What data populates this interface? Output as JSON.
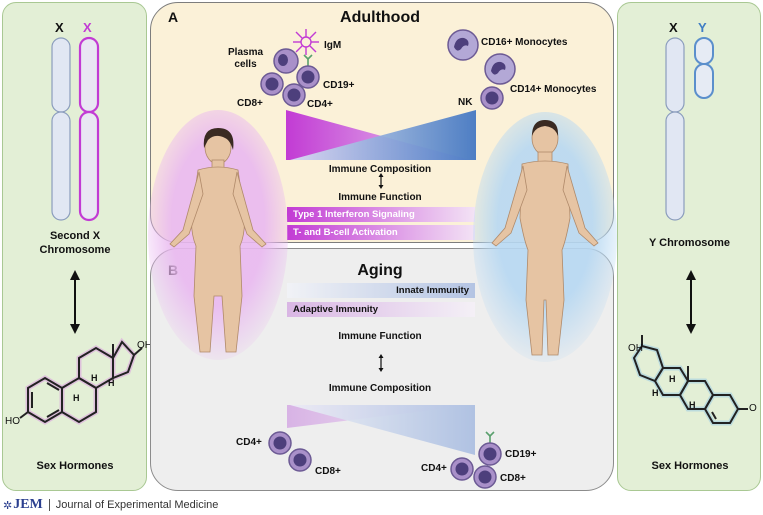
{
  "left_panel": {
    "chrom_label_1": "X",
    "chrom_label_2": "X",
    "title_line1": "Second X",
    "title_line2": "Chromosome",
    "hormone_label": "Sex Hormones",
    "oh_label": "OH",
    "ho_label": "HO",
    "h1": "H",
    "h2": "H",
    "h3": "H"
  },
  "right_panel": {
    "chrom_label_1": "X",
    "chrom_label_2": "Y",
    "title": "Y Chromosome",
    "hormone_label": "Sex Hormones",
    "oh_label": "OH",
    "o_label": "O",
    "h1": "H",
    "h2": "H",
    "h3": "H"
  },
  "adulthood": {
    "letter": "A",
    "title": "Adulthood",
    "cells": {
      "plasma": "Plasma\ncells",
      "igm": "IgM",
      "cd19": "CD19+",
      "cd8": "CD8+",
      "cd4": "CD4+",
      "cd16": "CD16+ Monocytes",
      "cd14": "CD14+ Monocytes",
      "nk": "NK"
    },
    "composition": "Immune Composition",
    "function": "Immune Function",
    "bar1": "Type 1 Interferon Signaling",
    "bar2": "T- and B-cell Activation"
  },
  "aging": {
    "letter": "B",
    "title": "Aging",
    "innate": "Innate Immunity",
    "adaptive": "Adaptive Immunity",
    "function": "Immune Function",
    "composition": "Immune Composition",
    "cd4_left": "CD4+",
    "cd8_left": "CD8+",
    "cd4_right": "CD4+",
    "cd19_right": "CD19+",
    "cd8_right": "CD8+"
  },
  "footer": {
    "logo": "JEM",
    "journal": "Journal of Experimental Medicine"
  },
  "colors": {
    "female_accent": "#c23bd4",
    "male_accent": "#3f7dc4",
    "side_panel": "#e3efd6",
    "adulthood_bg": "#fbf1d8",
    "aging_bg": "#eeeeee"
  }
}
